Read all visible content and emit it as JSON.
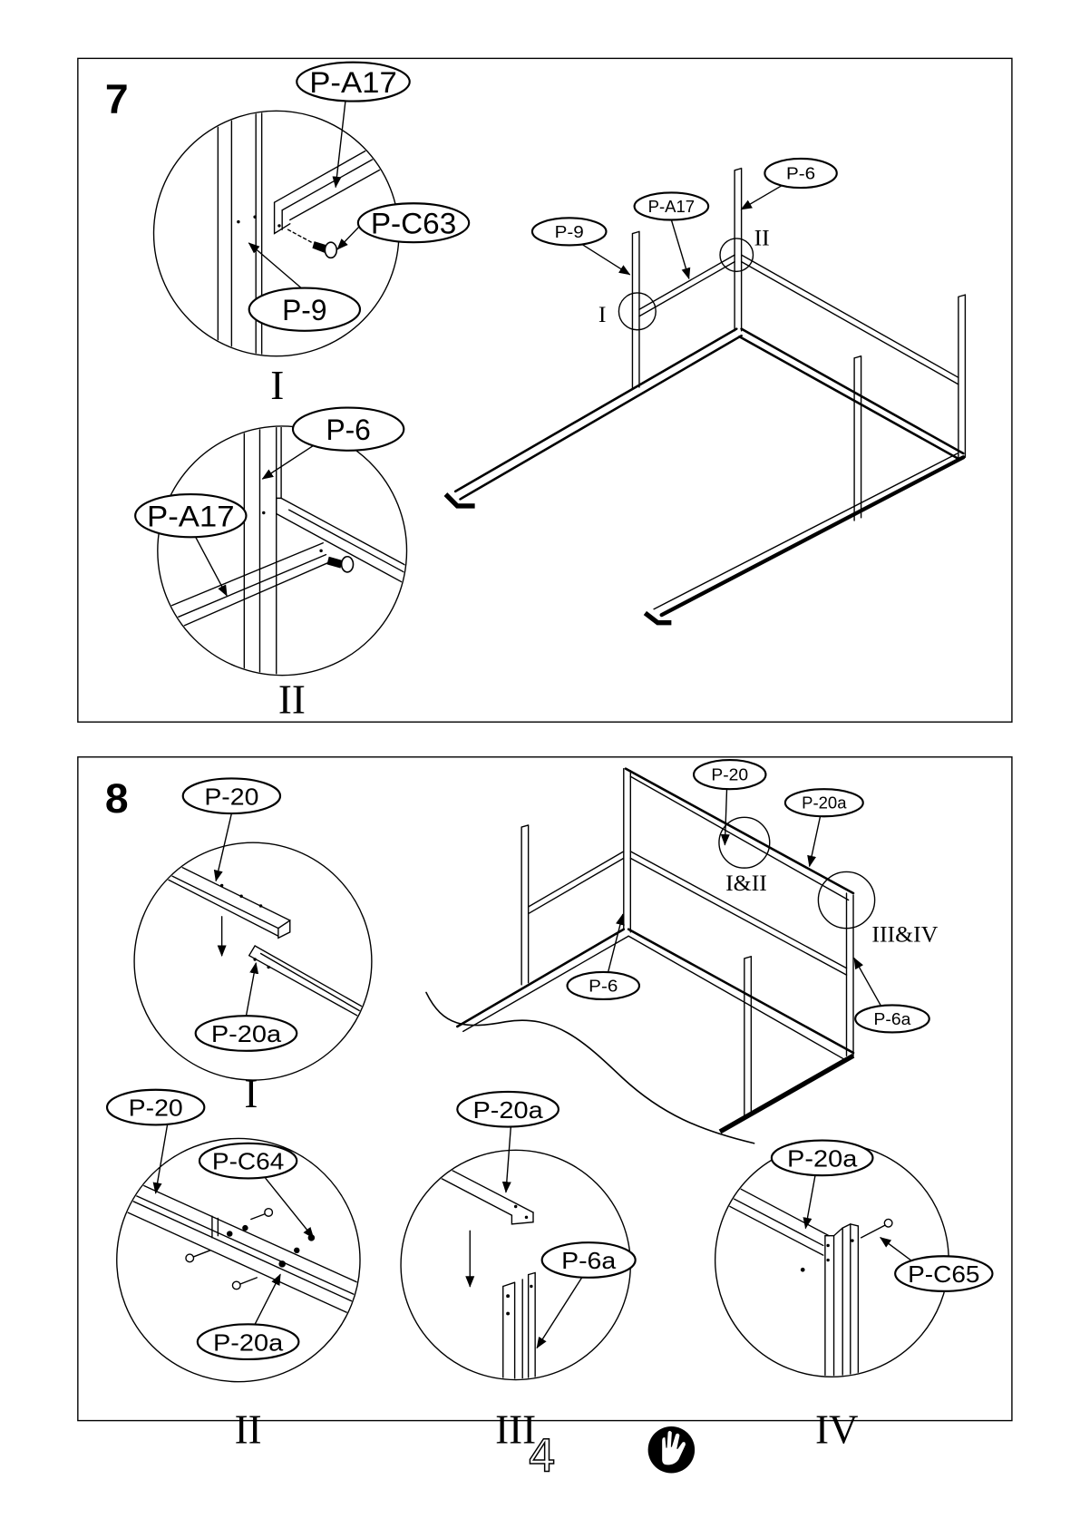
{
  "step7": {
    "number": "7",
    "detail_1": {
      "beam_label": "P-A17",
      "screw_label": "P-C63",
      "post_label": "P-9",
      "caption": "I"
    },
    "detail_2": {
      "post_label": "P-6",
      "beam_label": "P-A17",
      "caption": "II"
    },
    "overview": {
      "corner_post_label": "P-6",
      "beam_label": "P-A17",
      "side_post_label": "P-9",
      "callout_1": "I",
      "callout_2": "II"
    }
  },
  "step8": {
    "number": "8",
    "detail_1": {
      "upper_label": "P-20",
      "lower_label": "P-20a",
      "caption": "I"
    },
    "detail_2": {
      "beam_label": "P-20",
      "bolt_label": "P-C64",
      "lower_label": "P-20a",
      "caption": "II"
    },
    "detail_3": {
      "beam_label": "P-20a",
      "post_label": "P-6a",
      "caption": "III"
    },
    "detail_4": {
      "beam_label": "P-20a",
      "bolt_label": "P-C65",
      "caption": "IV"
    },
    "overview": {
      "top_beam_label": "P-20",
      "top_beam_right_label": "P-20a",
      "callout_1": "I&II",
      "callout_2": "III&IV",
      "corner_post_label": "P-6",
      "right_post_label": "P-6a"
    }
  },
  "footer": {
    "page_number": "4",
    "icon": "gloves-icon"
  }
}
